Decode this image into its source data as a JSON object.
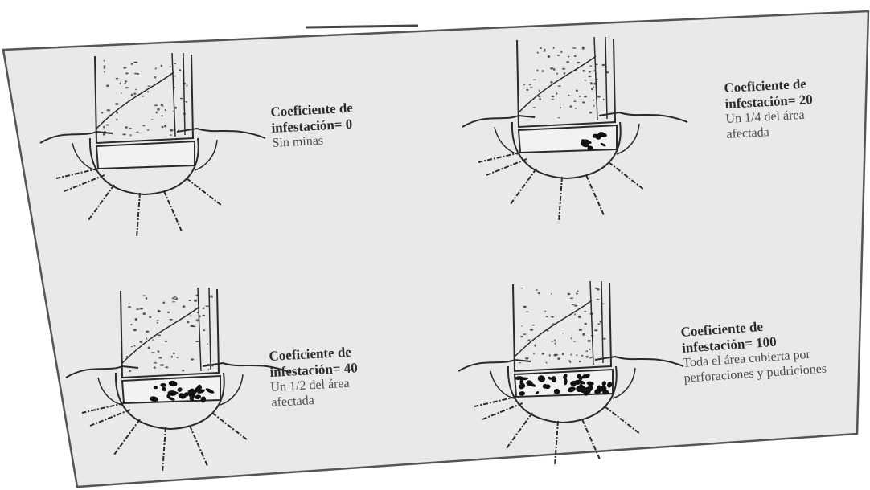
{
  "colors": {
    "sheet": "#e9e9e9",
    "ink": "#2a2a2a",
    "border": "#555555"
  },
  "panels": [
    {
      "title_line1": "Coeficiente de",
      "title_line2": "infestación= 0",
      "desc_line1": "Sin minas",
      "desc_line2": ""
    },
    {
      "title_line1": "Coeficiente de",
      "title_line2": "infestación= 20",
      "desc_line1": "Un 1/4 del área",
      "desc_line2": "afectada"
    },
    {
      "title_line1": "Coeficiente de",
      "title_line2": "infestación= 40",
      "desc_line1": "Un 1/2 del área",
      "desc_line2": "afectada"
    },
    {
      "title_line1": "Coeficiente de",
      "title_line2": "infestación= 100",
      "desc_line1": "Toda el área cubierta por",
      "desc_line2": "perforaciones y pudriciones"
    }
  ]
}
